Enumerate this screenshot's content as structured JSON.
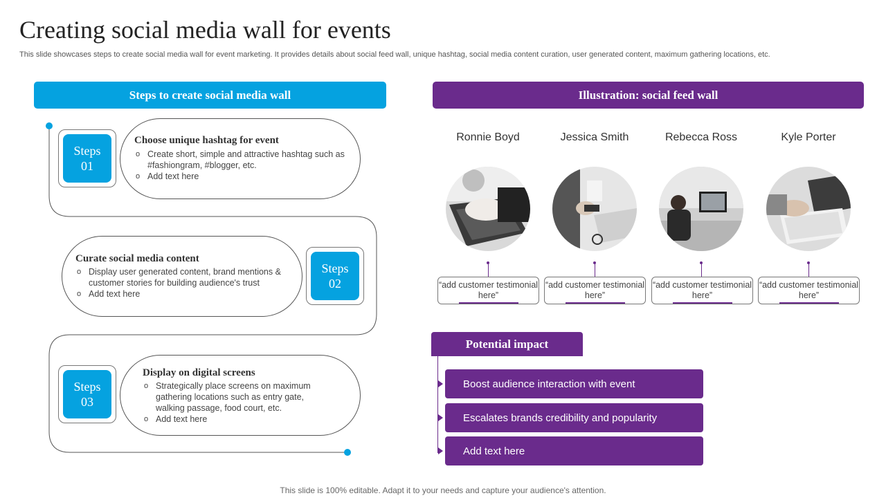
{
  "title": "Creating social media wall for events",
  "subtitle": "This slide showcases steps to create social media wall for event marketing. It provides details about social feed wall, unique hashtag, social media content curation, user generated content, maximum gathering locations, etc.",
  "footer": "This slide is 100% editable. Adapt it to your needs and capture your audience's attention.",
  "colors": {
    "blue": "#05a2e0",
    "purple": "#6a2b8c"
  },
  "left_panel": {
    "header": "Steps to create social media wall",
    "steps": [
      {
        "badge_line1": "Steps",
        "badge_line2": "01",
        "title": "Choose unique hashtag for event",
        "bullets": [
          "Create short, simple and attractive hashtag such as #fashiongram, #blogger, etc.",
          "Add text here"
        ]
      },
      {
        "badge_line1": "Steps",
        "badge_line2": "02",
        "title": "Curate social media content",
        "bullets": [
          "Display user generated content, brand mentions & customer stories for building audience's trust",
          "Add text here"
        ]
      },
      {
        "badge_line1": "Steps",
        "badge_line2": "03",
        "title": "Display on digital screens",
        "bullets": [
          "Strategically place screens on maximum gathering locations such as entry gate, walking passage, food court, etc.",
          "Add text here"
        ]
      }
    ]
  },
  "right_panel": {
    "header": "Illustration: social feed wall",
    "people": [
      {
        "name": "Ronnie Boyd",
        "photo": "laptop-typing-photo",
        "testimonial": "“add customer testimonial here”"
      },
      {
        "name": "Jessica Smith",
        "photo": "card-payment-photo",
        "testimonial": "“add customer testimonial here”"
      },
      {
        "name": "Rebecca Ross",
        "photo": "desk-computer-photo",
        "testimonial": "“add customer testimonial here”"
      },
      {
        "name": "Kyle Porter",
        "photo": "keyboard-hands-photo",
        "testimonial": "“add customer testimonial here”"
      }
    ],
    "impact": {
      "header": "Potential impact",
      "items": [
        "Boost audience interaction with event",
        "Escalates brands credibility and popularity",
        "Add text here"
      ]
    }
  }
}
